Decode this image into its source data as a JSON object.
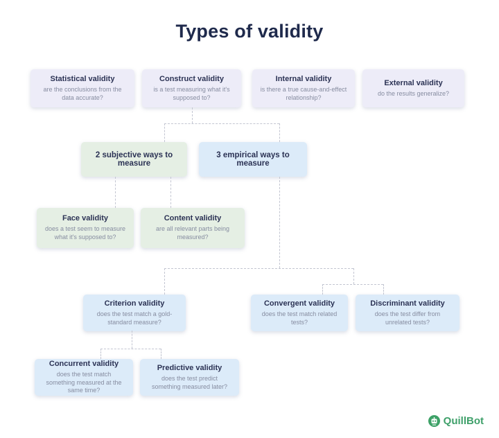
{
  "title": "Types of validity",
  "colors": {
    "lavender_box": "#edecf8",
    "green_box": "#e5efe4",
    "blue_box": "#dcebf9",
    "heading_text": "#2b3254",
    "body_text": "#868ca0",
    "connector": "#c2c5d1",
    "brand_green": "#3fa06a"
  },
  "nodes": {
    "statistical": {
      "title": "Statistical validity",
      "desc": "are the conclusions from the data accurate?"
    },
    "construct": {
      "title": "Construct validity",
      "desc": "is a test measuring what it's supposed to?"
    },
    "internal": {
      "title": "Internal validity",
      "desc": "is there a true cause-and-effect relationship?"
    },
    "external": {
      "title": "External validity",
      "desc": "do the results generalize?"
    },
    "subjective": {
      "label": "2 subjective ways to measure"
    },
    "empirical": {
      "label": "3 empirical ways to measure"
    },
    "face": {
      "title": "Face validity",
      "desc": "does a test seem to measure what it's supposed to?"
    },
    "content": {
      "title": "Content validity",
      "desc": "are all relevant parts being measured?"
    },
    "criterion": {
      "title": "Criterion validity",
      "desc": "does the test match a gold-standard measure?"
    },
    "convergent": {
      "title": "Convergent validity",
      "desc": "does the test match related tests?"
    },
    "discriminant": {
      "title": "Discriminant validity",
      "desc": "does the test differ from unrelated tests?"
    },
    "concurrent": {
      "title": "Concurrent validity",
      "desc": "does the test match something measured at the same time?"
    },
    "predictive": {
      "title": "Predictive validity",
      "desc": "does the test predict something measured later?"
    }
  },
  "brand": {
    "name": "QuillBot"
  }
}
